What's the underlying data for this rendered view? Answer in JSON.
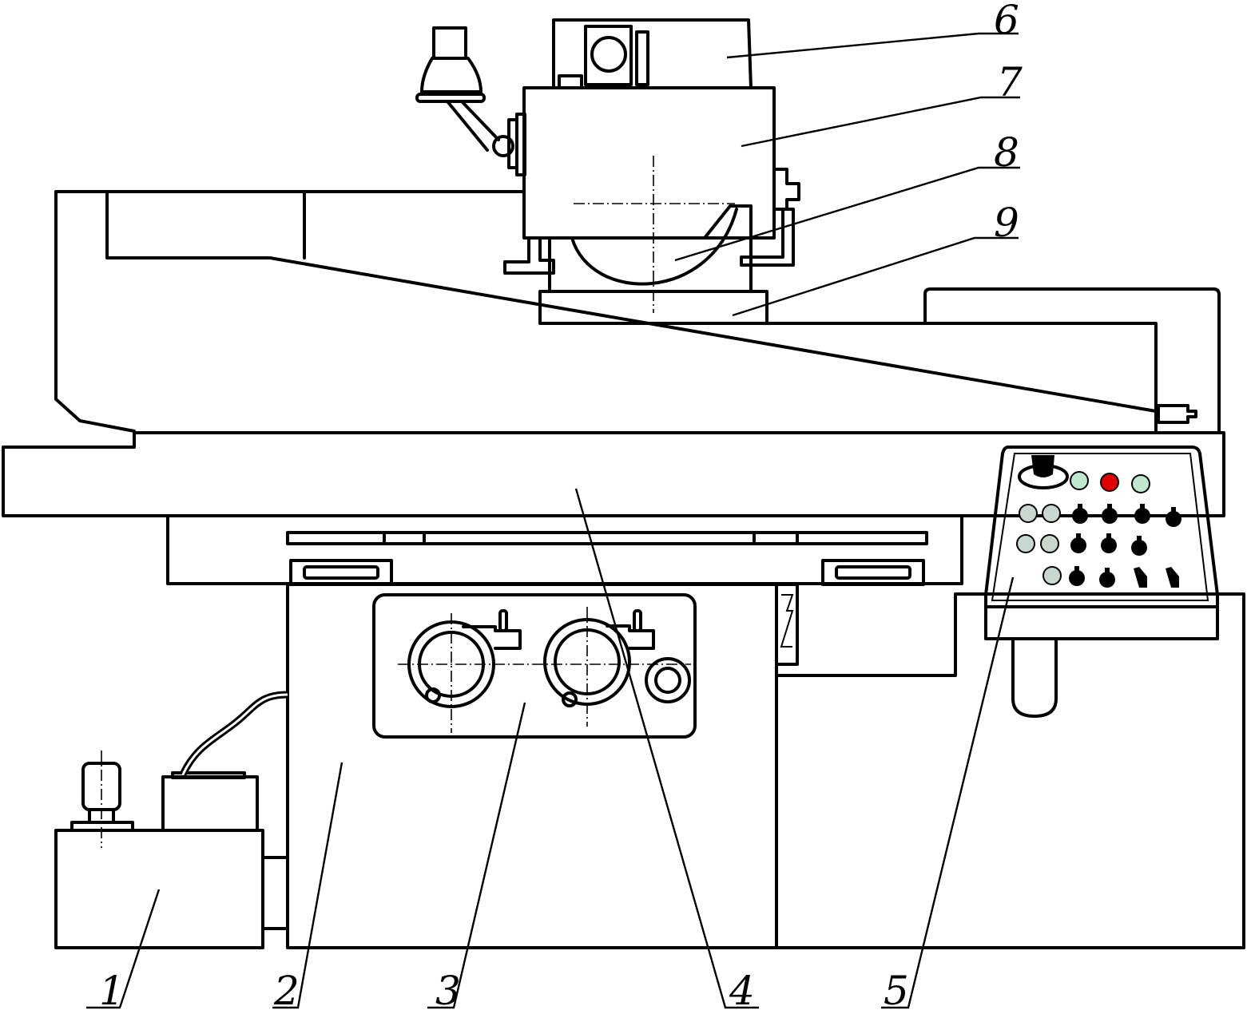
{
  "diagram": {
    "title": "",
    "callouts": [
      {
        "id": "1",
        "label": "1"
      },
      {
        "id": "2",
        "label": "2"
      },
      {
        "id": "3",
        "label": "3"
      },
      {
        "id": "4",
        "label": "4"
      },
      {
        "id": "5",
        "label": "5"
      },
      {
        "id": "6",
        "label": "6"
      },
      {
        "id": "7",
        "label": "7"
      },
      {
        "id": "8",
        "label": "8"
      },
      {
        "id": "9",
        "label": "9"
      }
    ],
    "colors": {
      "stroke": "#000000",
      "background": "#ffffff",
      "button_green": "#bfe8cf",
      "button_light": "#c9d8cf",
      "button_red": "#e00000",
      "knob_black": "#000000"
    }
  }
}
